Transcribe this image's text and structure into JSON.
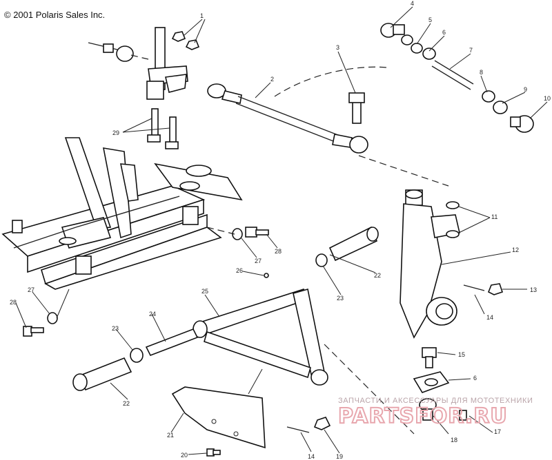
{
  "copyright": "© 2001 Polaris Sales Inc.",
  "watermark": {
    "caption": "ЗАПЧАСТИ И АКСЕССУАРЫ ДЛЯ МОТОТЕХНИКИ",
    "brand": "PARTSFOR.RU"
  },
  "callouts": [
    "1",
    "2",
    "3",
    "4",
    "5",
    "6",
    "7",
    "8",
    "9",
    "10",
    "11",
    "12",
    "13",
    "14",
    "15",
    "6",
    "17",
    "18",
    "19",
    "14",
    "20",
    "21",
    "22",
    "23",
    "24",
    "25",
    "26",
    "27",
    "28",
    "29",
    "27",
    "28",
    "23",
    "22"
  ]
}
